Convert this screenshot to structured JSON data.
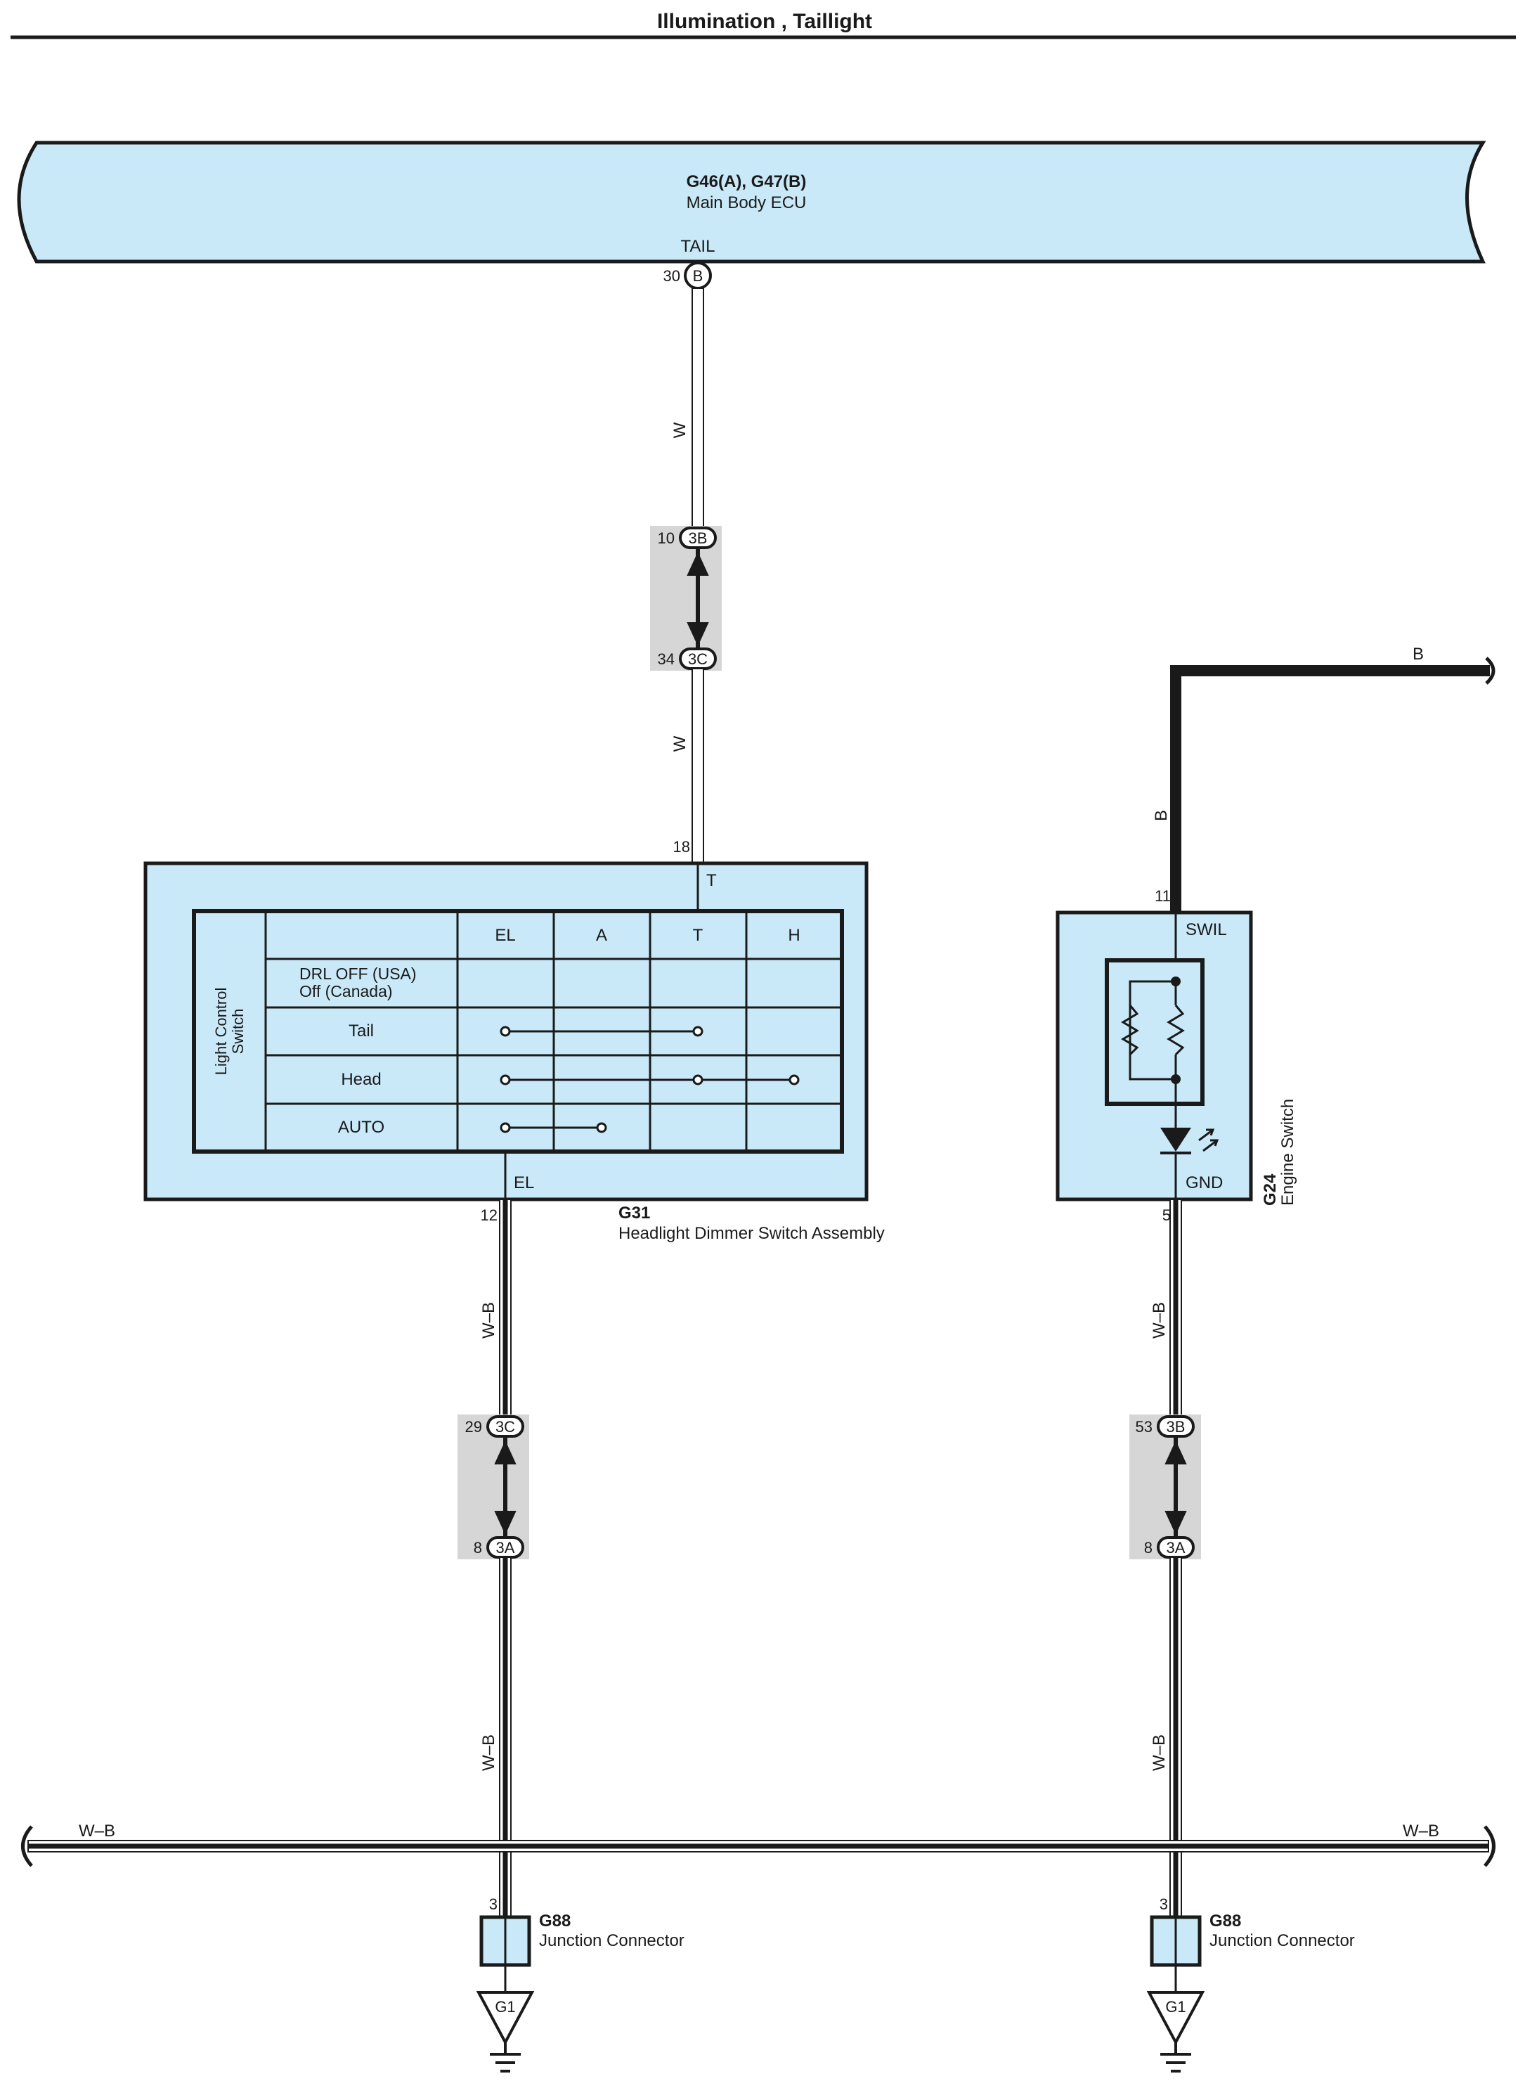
{
  "title": "Illumination , Taillight",
  "colors": {
    "component_fill": "#c9e9f8",
    "splice_fill": "#d6d6d6",
    "line": "#1a1a1a"
  },
  "ecu": {
    "code": "G46(A), G47(B)",
    "name": "Main Body ECU",
    "terminal_name": "TAIL",
    "pin": "30",
    "connector": "B"
  },
  "wires": {
    "w_upper": "W",
    "w_lower": "W",
    "b_vertical": "B",
    "b_horizontal": "B",
    "wb_left_upper": "W–B",
    "wb_left_lower": "W–B",
    "wb_right_upper": "W–B",
    "wb_right_lower": "W–B",
    "bus_left": "W–B",
    "bus_right": "W–B"
  },
  "splices": {
    "top": {
      "pin_a": "10",
      "conn_a": "3B",
      "pin_b": "34",
      "conn_b": "3C"
    },
    "left": {
      "pin_a": "29",
      "conn_a": "3C",
      "pin_b": "8",
      "conn_b": "3A"
    },
    "right": {
      "pin_a": "53",
      "conn_a": "3B",
      "pin_b": "8",
      "conn_b": "3A"
    }
  },
  "dimmer_switch": {
    "code": "G31",
    "name": "Headlight Dimmer Switch Assembly",
    "pin_top": "18",
    "terminal_top": "T",
    "pin_bottom": "12",
    "terminal_bottom": "EL",
    "switch_label_line1": "Light Control",
    "switch_label_line2": "Switch",
    "columns": [
      "EL",
      "A",
      "T",
      "H"
    ],
    "rows": [
      {
        "line1": "DRL OFF (USA)",
        "line2": "Off (Canada)",
        "connects": []
      },
      {
        "line1": "Tail",
        "line2": "",
        "connects": [
          0,
          2
        ]
      },
      {
        "line1": "Head",
        "line2": "",
        "connects": [
          0,
          2,
          3
        ]
      },
      {
        "line1": "AUTO",
        "line2": "",
        "connects": [
          0,
          1
        ]
      }
    ]
  },
  "engine_switch": {
    "code": "G24",
    "name": "Engine Switch",
    "pin_top": "11",
    "terminal_top": "SWIL",
    "pin_bottom": "5",
    "terminal_bottom": "GND"
  },
  "junction_left": {
    "pin": "3",
    "code": "G88",
    "name": "Junction Connector",
    "ground": "G1"
  },
  "junction_right": {
    "pin": "3",
    "code": "G88",
    "name": "Junction Connector",
    "ground": "G1"
  }
}
